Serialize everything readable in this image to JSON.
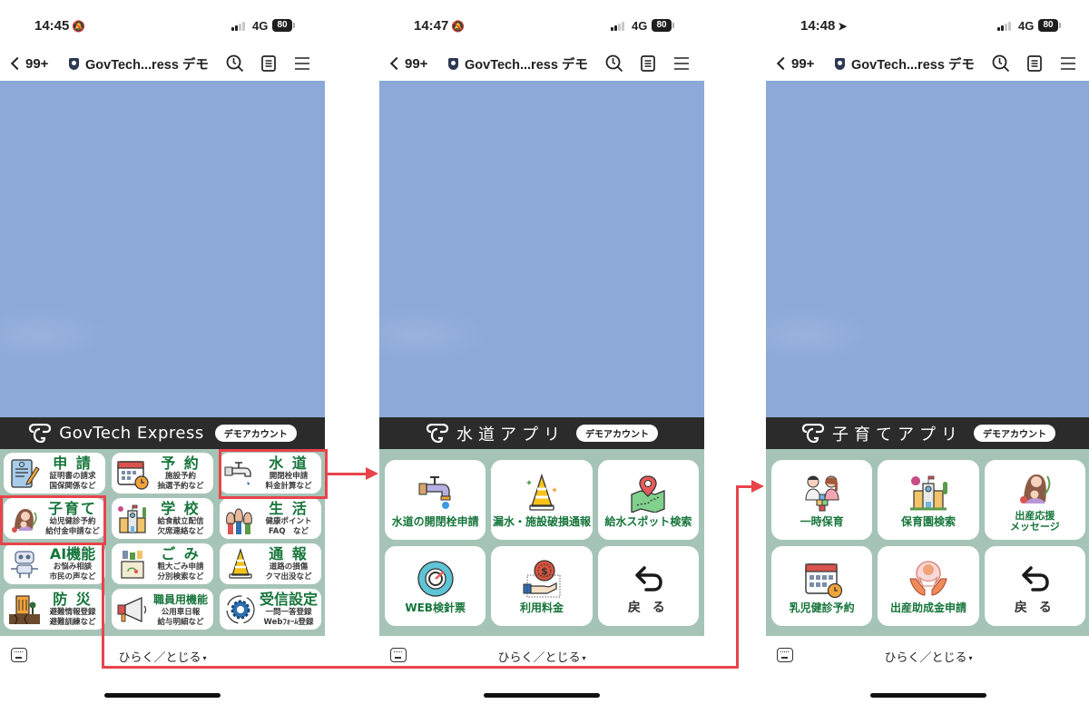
{
  "screens": [
    {
      "status": {
        "time": "14:45",
        "time_icon": "bell-slash-icon",
        "network": "4G",
        "battery": "80"
      },
      "nav": {
        "back_count": "99+",
        "chat_title": "GovTech...ress デモ"
      },
      "header": {
        "title": "GovTech Express",
        "demo_badge": "デモアカウント"
      },
      "home_tiles": [
        {
          "title": "申 請",
          "sub1": "証明書の請求",
          "sub2": "国保関係など",
          "icon": "document-pen-icon"
        },
        {
          "title": "予 約",
          "sub1": "施設予約",
          "sub2": "抽選予約など",
          "icon": "calendar-clock-icon"
        },
        {
          "title": "水 道",
          "sub1": "開閉栓申請",
          "sub2": "料金計算など",
          "icon": "faucet-icon"
        },
        {
          "title": "子育て",
          "sub1": "幼児健診予約",
          "sub2": "給付金申請など",
          "icon": "mother-baby-icon"
        },
        {
          "title": "学 校",
          "sub1": "給食献立配信",
          "sub2": "欠席連絡など",
          "icon": "school-icon"
        },
        {
          "title": "生 活",
          "sub1": "健康ポイント",
          "sub2": "FAQ　など",
          "icon": "raised-hands-icon"
        },
        {
          "title": "AI機能",
          "sub1": "お悩み相談",
          "sub2": "市民の声など",
          "icon": "robot-icon"
        },
        {
          "title": "ご み",
          "sub1": "粗大ごみ申請",
          "sub2": "分別検索など",
          "icon": "recycle-box-icon"
        },
        {
          "title": "通 報",
          "sub1": "道路の損傷",
          "sub2": "クマ出没など",
          "icon": "traffic-cone-icon"
        },
        {
          "title": "防 災",
          "sub1": "避難情報登録",
          "sub2": "避難訓練など",
          "icon": "earthquake-building-icon"
        },
        {
          "title": "職員用機能",
          "sub1": "公用車日報",
          "sub2": "給与明細など",
          "icon": "megaphone-icon"
        },
        {
          "title": "受信設定",
          "sub1": "一問一答登録",
          "sub2": "Webﾌｫｰﾑ登録",
          "icon": "gear-cycle-icon"
        }
      ],
      "bottom": {
        "toggle_label": "ひらく／とじる",
        "caret": "▾"
      }
    },
    {
      "status": {
        "time": "14:47",
        "time_icon": "bell-slash-icon",
        "network": "4G",
        "battery": "80"
      },
      "nav": {
        "back_count": "99+",
        "chat_title": "GovTech...ress デモ"
      },
      "header": {
        "title": "水道アプリ",
        "demo_badge": "デモアカウント"
      },
      "tiles": [
        {
          "label": "水道の開閉栓申請",
          "icon": "faucet-icon"
        },
        {
          "label": "漏水・施設破損通報",
          "icon": "traffic-cone-icon"
        },
        {
          "label": "給水スポット検索",
          "icon": "map-pin-icon"
        },
        {
          "label": "WEB検針票",
          "icon": "meter-gauge-icon"
        },
        {
          "label": "利用料金",
          "icon": "coin-hand-icon"
        },
        {
          "label": "戻 る",
          "icon": "undo-arrow-icon"
        }
      ],
      "bottom": {
        "toggle_label": "ひらく／とじる",
        "caret": "▾"
      }
    },
    {
      "status": {
        "time": "14:48",
        "time_icon": "location-arrow-icon",
        "network": "4G",
        "battery": "80"
      },
      "nav": {
        "back_count": "99+",
        "chat_title": "GovTech...ress デモ"
      },
      "header": {
        "title": "子育てアプリ",
        "demo_badge": "デモアカウント"
      },
      "tiles": [
        {
          "label": "一時保育",
          "icon": "kids-playing-icon"
        },
        {
          "label": "保育園検索",
          "icon": "school-icon"
        },
        {
          "label": "出産応援\nメッセージ",
          "label1": "出産応援",
          "label2": "メッセージ",
          "icon": "mother-baby-icon"
        },
        {
          "label": "乳児健診予約",
          "icon": "calendar-clock-icon"
        },
        {
          "label": "出産助成金申請",
          "icon": "baby-hands-icon"
        },
        {
          "label": "戻 る",
          "icon": "undo-arrow-icon"
        }
      ],
      "bottom": {
        "toggle_label": "ひらく／とじる",
        "caret": "▾"
      }
    }
  ],
  "colors": {
    "sky": "#8ca9d8",
    "header_bg": "#2b2b2b",
    "grid_bg": "#a5c4b7",
    "tile_text": "#16753b",
    "annotation": "#e8444b"
  }
}
